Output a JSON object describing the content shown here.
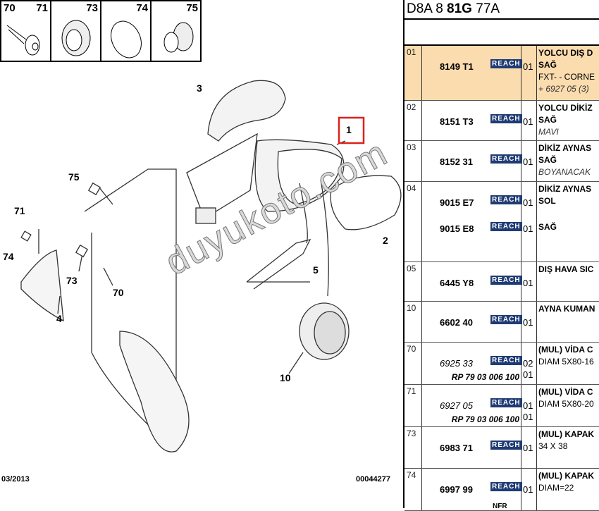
{
  "thumbs": [
    {
      "l": "70",
      "r": "71"
    },
    {
      "r": "73"
    },
    {
      "r": "74"
    },
    {
      "r": "75"
    }
  ],
  "callouts": [
    "1",
    "2",
    "3",
    "4",
    "5",
    "10",
    "70",
    "71",
    "73",
    "74",
    "75"
  ],
  "footer": {
    "date": "03/2013",
    "ref": "00044277"
  },
  "watermark": "duyukoto.com",
  "table": {
    "title_a": "D8A 8 ",
    "title_b": "81G",
    "title_c": " 77A",
    "reach": "REACH",
    "rows": [
      {
        "idx": "01",
        "pn": "8149 T1",
        "qty": "01",
        "lines": [
          "YOLCU DIŞ D",
          "SAĞ",
          "FXT- - CORNE",
          "+ 6927 05 (3)"
        ]
      },
      {
        "idx": "02",
        "pn": "8151 T3",
        "qty": "01",
        "lines": [
          "YOLCU DİKİZ",
          "SAĞ",
          "MAVI"
        ]
      },
      {
        "idx": "03",
        "pn": "8152 31",
        "qty": "01",
        "lines": [
          "DİKİZ AYNAS",
          "SAĞ",
          "BOYANACAK"
        ]
      },
      {
        "idx": "04",
        "pn": "9015 E7",
        "qty": "01",
        "pn2": "9015 E8",
        "qty2": "01",
        "lines": [
          "DİKİZ AYNAS",
          "SOL"
        ],
        "side2": "SAĞ"
      },
      {
        "idx": "05",
        "pn": "6445 Y8",
        "qty": "01",
        "lines": [
          "DIŞ HAVA SIC"
        ]
      },
      {
        "idx": "10",
        "pn": "6602 40",
        "qty": "01",
        "lines": [
          "AYNA KUMAN"
        ]
      },
      {
        "idx": "70",
        "pn": "6925 33",
        "qty": "02",
        "rp": "RP 79 03 006 100",
        "qty2": "01",
        "lines": [
          "(MUL) VİDA C",
          "DIAM 5X80-16"
        ]
      },
      {
        "idx": "71",
        "pn": "6927 05",
        "qty": "01",
        "rp": "RP 79 03 006 100",
        "qty2": "01",
        "lines": [
          "(MUL) VİDA C",
          "DIAM 5X80-20"
        ]
      },
      {
        "idx": "73",
        "pn": "6983 71",
        "qty": "01",
        "lines": [
          "(MUL) KAPAK",
          "34 X 38"
        ]
      },
      {
        "idx": "74",
        "pn": "6997 99",
        "qty": "01",
        "lines": [
          "(MUL) KAPAK",
          "DIAM=22"
        ],
        "extra": "NFR"
      }
    ]
  }
}
